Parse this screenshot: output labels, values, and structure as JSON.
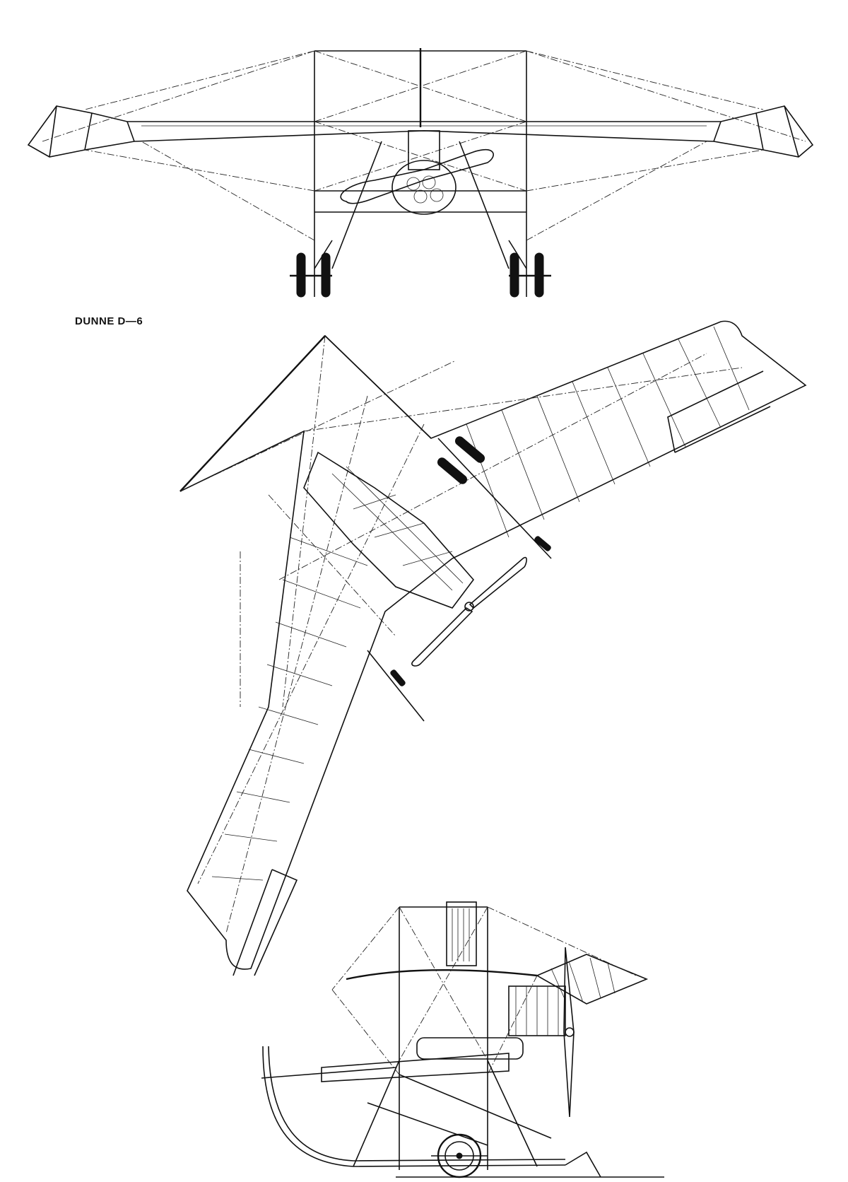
{
  "drawing": {
    "title": "DUNNE D—6",
    "views": [
      "front-view",
      "plan-view",
      "side-view"
    ]
  },
  "colors": {
    "ink": "#111111",
    "paper": "#ffffff"
  }
}
